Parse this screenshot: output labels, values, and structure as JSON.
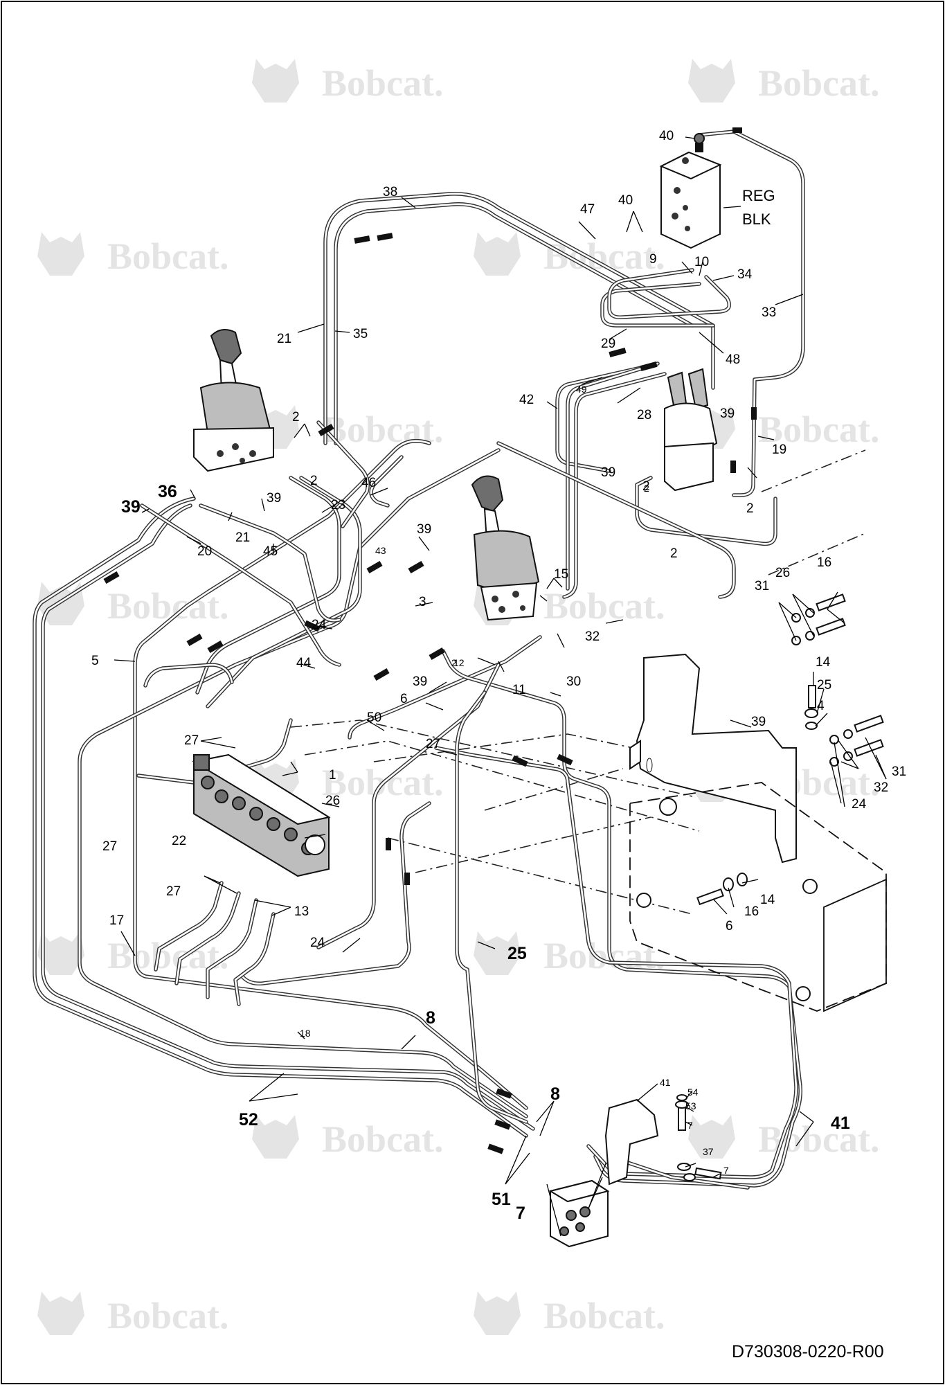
{
  "drawing": {
    "id": "D730308-0220-R00",
    "watermark": "Bobcat.",
    "block_label_line1": "REG",
    "block_label_line2": "BLK"
  },
  "callouts": [
    {
      "id": "c40a",
      "text": "40"
    },
    {
      "id": "c40b",
      "text": "40"
    },
    {
      "id": "c38",
      "text": "38"
    },
    {
      "id": "c47",
      "text": "47"
    },
    {
      "id": "c9",
      "text": "9"
    },
    {
      "id": "c10",
      "text": "10"
    },
    {
      "id": "c34",
      "text": "34"
    },
    {
      "id": "c33",
      "text": "33"
    },
    {
      "id": "c21a",
      "text": "21"
    },
    {
      "id": "c35",
      "text": "35"
    },
    {
      "id": "c29",
      "text": "29"
    },
    {
      "id": "c48",
      "text": "48"
    },
    {
      "id": "c42",
      "text": "42"
    },
    {
      "id": "c49",
      "text": "49"
    },
    {
      "id": "c28",
      "text": "28"
    },
    {
      "id": "c39a",
      "text": "39"
    },
    {
      "id": "c19",
      "text": "19"
    },
    {
      "id": "c2a",
      "text": "2"
    },
    {
      "id": "c2b",
      "text": "2"
    },
    {
      "id": "c46",
      "text": "46"
    },
    {
      "id": "c39b",
      "text": "39"
    },
    {
      "id": "c36",
      "text": "36"
    },
    {
      "id": "c39c",
      "text": "39"
    },
    {
      "id": "c39d",
      "text": "39"
    },
    {
      "id": "c21b",
      "text": "21"
    },
    {
      "id": "c23",
      "text": "23"
    },
    {
      "id": "c20",
      "text": "20"
    },
    {
      "id": "c45",
      "text": "45"
    },
    {
      "id": "c43",
      "text": "43"
    },
    {
      "id": "c39e",
      "text": "39"
    },
    {
      "id": "c2c",
      "text": "2"
    },
    {
      "id": "c2d",
      "text": "2"
    },
    {
      "id": "c2e",
      "text": "2"
    },
    {
      "id": "c2f",
      "text": "2"
    },
    {
      "id": "c2g",
      "text": "2"
    },
    {
      "id": "c15",
      "text": "15"
    },
    {
      "id": "c5",
      "text": "5"
    },
    {
      "id": "c24a",
      "text": "24"
    },
    {
      "id": "c3",
      "text": "3"
    },
    {
      "id": "c44",
      "text": "44"
    },
    {
      "id": "c32a",
      "text": "32"
    },
    {
      "id": "c31a",
      "text": "31"
    },
    {
      "id": "c26a",
      "text": "26"
    },
    {
      "id": "c16a",
      "text": "16"
    },
    {
      "id": "c14a",
      "text": "14"
    },
    {
      "id": "c25a",
      "text": "25"
    },
    {
      "id": "c4",
      "text": "4"
    },
    {
      "id": "c39f",
      "text": "39"
    },
    {
      "id": "c12",
      "text": "12"
    },
    {
      "id": "c39g",
      "text": "39"
    },
    {
      "id": "c11",
      "text": "11"
    },
    {
      "id": "c30",
      "text": "30"
    },
    {
      "id": "c6a",
      "text": "6"
    },
    {
      "id": "c50",
      "text": "50"
    },
    {
      "id": "c27a",
      "text": "27"
    },
    {
      "id": "c27b",
      "text": "27"
    },
    {
      "id": "c1",
      "text": "1"
    },
    {
      "id": "c26b",
      "text": "26"
    },
    {
      "id": "c31b",
      "text": "31"
    },
    {
      "id": "c32b",
      "text": "32"
    },
    {
      "id": "c24b",
      "text": "24"
    },
    {
      "id": "c22",
      "text": "22"
    },
    {
      "id": "c27c",
      "text": "27"
    },
    {
      "id": "c27d",
      "text": "27"
    },
    {
      "id": "c13",
      "text": "13"
    },
    {
      "id": "c17",
      "text": "17"
    },
    {
      "id": "c24c",
      "text": "24"
    },
    {
      "id": "c25b",
      "text": "25"
    },
    {
      "id": "c14b",
      "text": "14"
    },
    {
      "id": "c16b",
      "text": "16"
    },
    {
      "id": "c6b",
      "text": "6"
    },
    {
      "id": "c18",
      "text": "18"
    },
    {
      "id": "c8a",
      "text": "8"
    },
    {
      "id": "c52",
      "text": "52"
    },
    {
      "id": "c41a",
      "text": "41"
    },
    {
      "id": "c54",
      "text": "54"
    },
    {
      "id": "c53",
      "text": "53"
    },
    {
      "id": "c7a",
      "text": "7"
    },
    {
      "id": "c8b",
      "text": "8"
    },
    {
      "id": "c41b",
      "text": "41"
    },
    {
      "id": "c37",
      "text": "37"
    },
    {
      "id": "c7b",
      "text": "7"
    },
    {
      "id": "c51",
      "text": "51"
    },
    {
      "id": "c7c",
      "text": "7"
    }
  ]
}
